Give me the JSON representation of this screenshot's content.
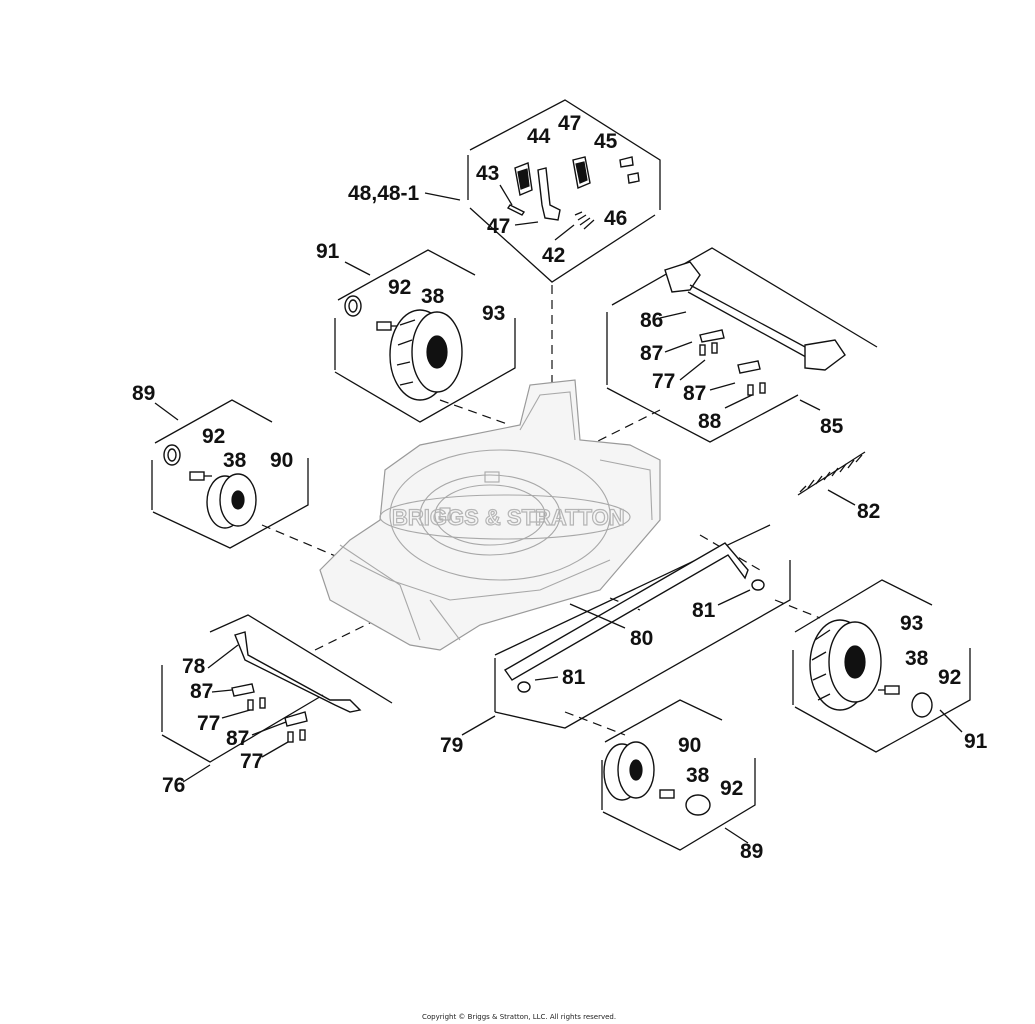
{
  "diagram": {
    "callouts": {
      "c48": "48,48-1",
      "c47a": "47",
      "c44": "44",
      "c45": "45",
      "c43": "43",
      "c47b": "47",
      "c46": "46",
      "c42": "42",
      "c91a": "91",
      "c92a": "92",
      "c38a": "38",
      "c93a": "93",
      "c86": "86",
      "c87a": "87",
      "c77a": "77",
      "c87b": "87",
      "c88": "88",
      "c85": "85",
      "c89a": "89",
      "c92b": "92",
      "c38b": "38",
      "c90a": "90",
      "c82": "82",
      "c81a": "81",
      "c80": "80",
      "c81b": "81",
      "c79": "79",
      "c93b": "93",
      "c38c": "38",
      "c92c": "92",
      "c91b": "91",
      "c78": "78",
      "c87c": "87",
      "c77b": "77",
      "c87d": "87",
      "c77c": "77",
      "c76": "76",
      "c90b": "90",
      "c38d": "38",
      "c92d": "92",
      "c89b": "89"
    },
    "watermark": "BRIGGS & STRATTON",
    "copyright": "Copyright © Briggs & Stratton, LLC. All rights reserved."
  }
}
